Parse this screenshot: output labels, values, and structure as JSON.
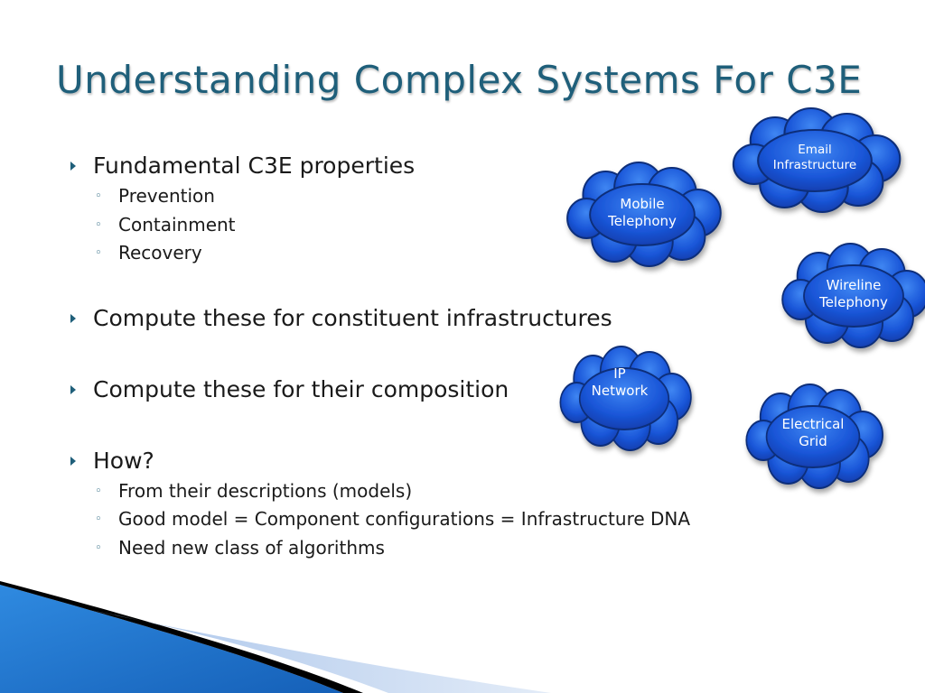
{
  "title": "Understanding Complex Systems For C3E",
  "bullets": {
    "b1": "Fundamental C3E properties",
    "b1_sub": [
      "Prevention",
      "Containment",
      "Recovery"
    ],
    "b2": "Compute these for constituent infrastructures",
    "b3": "Compute these for their composition",
    "b4": "How?",
    "b4_sub": [
      "From their descriptions (models)",
      "Good model = Component configurations = Infrastructure DNA",
      "Need new class of algorithms"
    ]
  },
  "clouds": {
    "email": [
      "Email",
      "Infrastructure"
    ],
    "mobile": [
      "Mobile",
      "Telephony"
    ],
    "wireline": [
      "Wireline",
      "Telephony"
    ],
    "ip": [
      "IP",
      "Network"
    ],
    "electrical": [
      "Electrical",
      "Grid"
    ]
  },
  "colors": {
    "title": "#1f5f7a",
    "cloud_fill": "#1a56d8",
    "cloud_edge": "#0d2f7a",
    "footer_blue": "#1e73c8"
  },
  "icons": {
    "bullet_level1": "triangle-right-icon",
    "bullet_level2": "hollow-circle-icon"
  }
}
